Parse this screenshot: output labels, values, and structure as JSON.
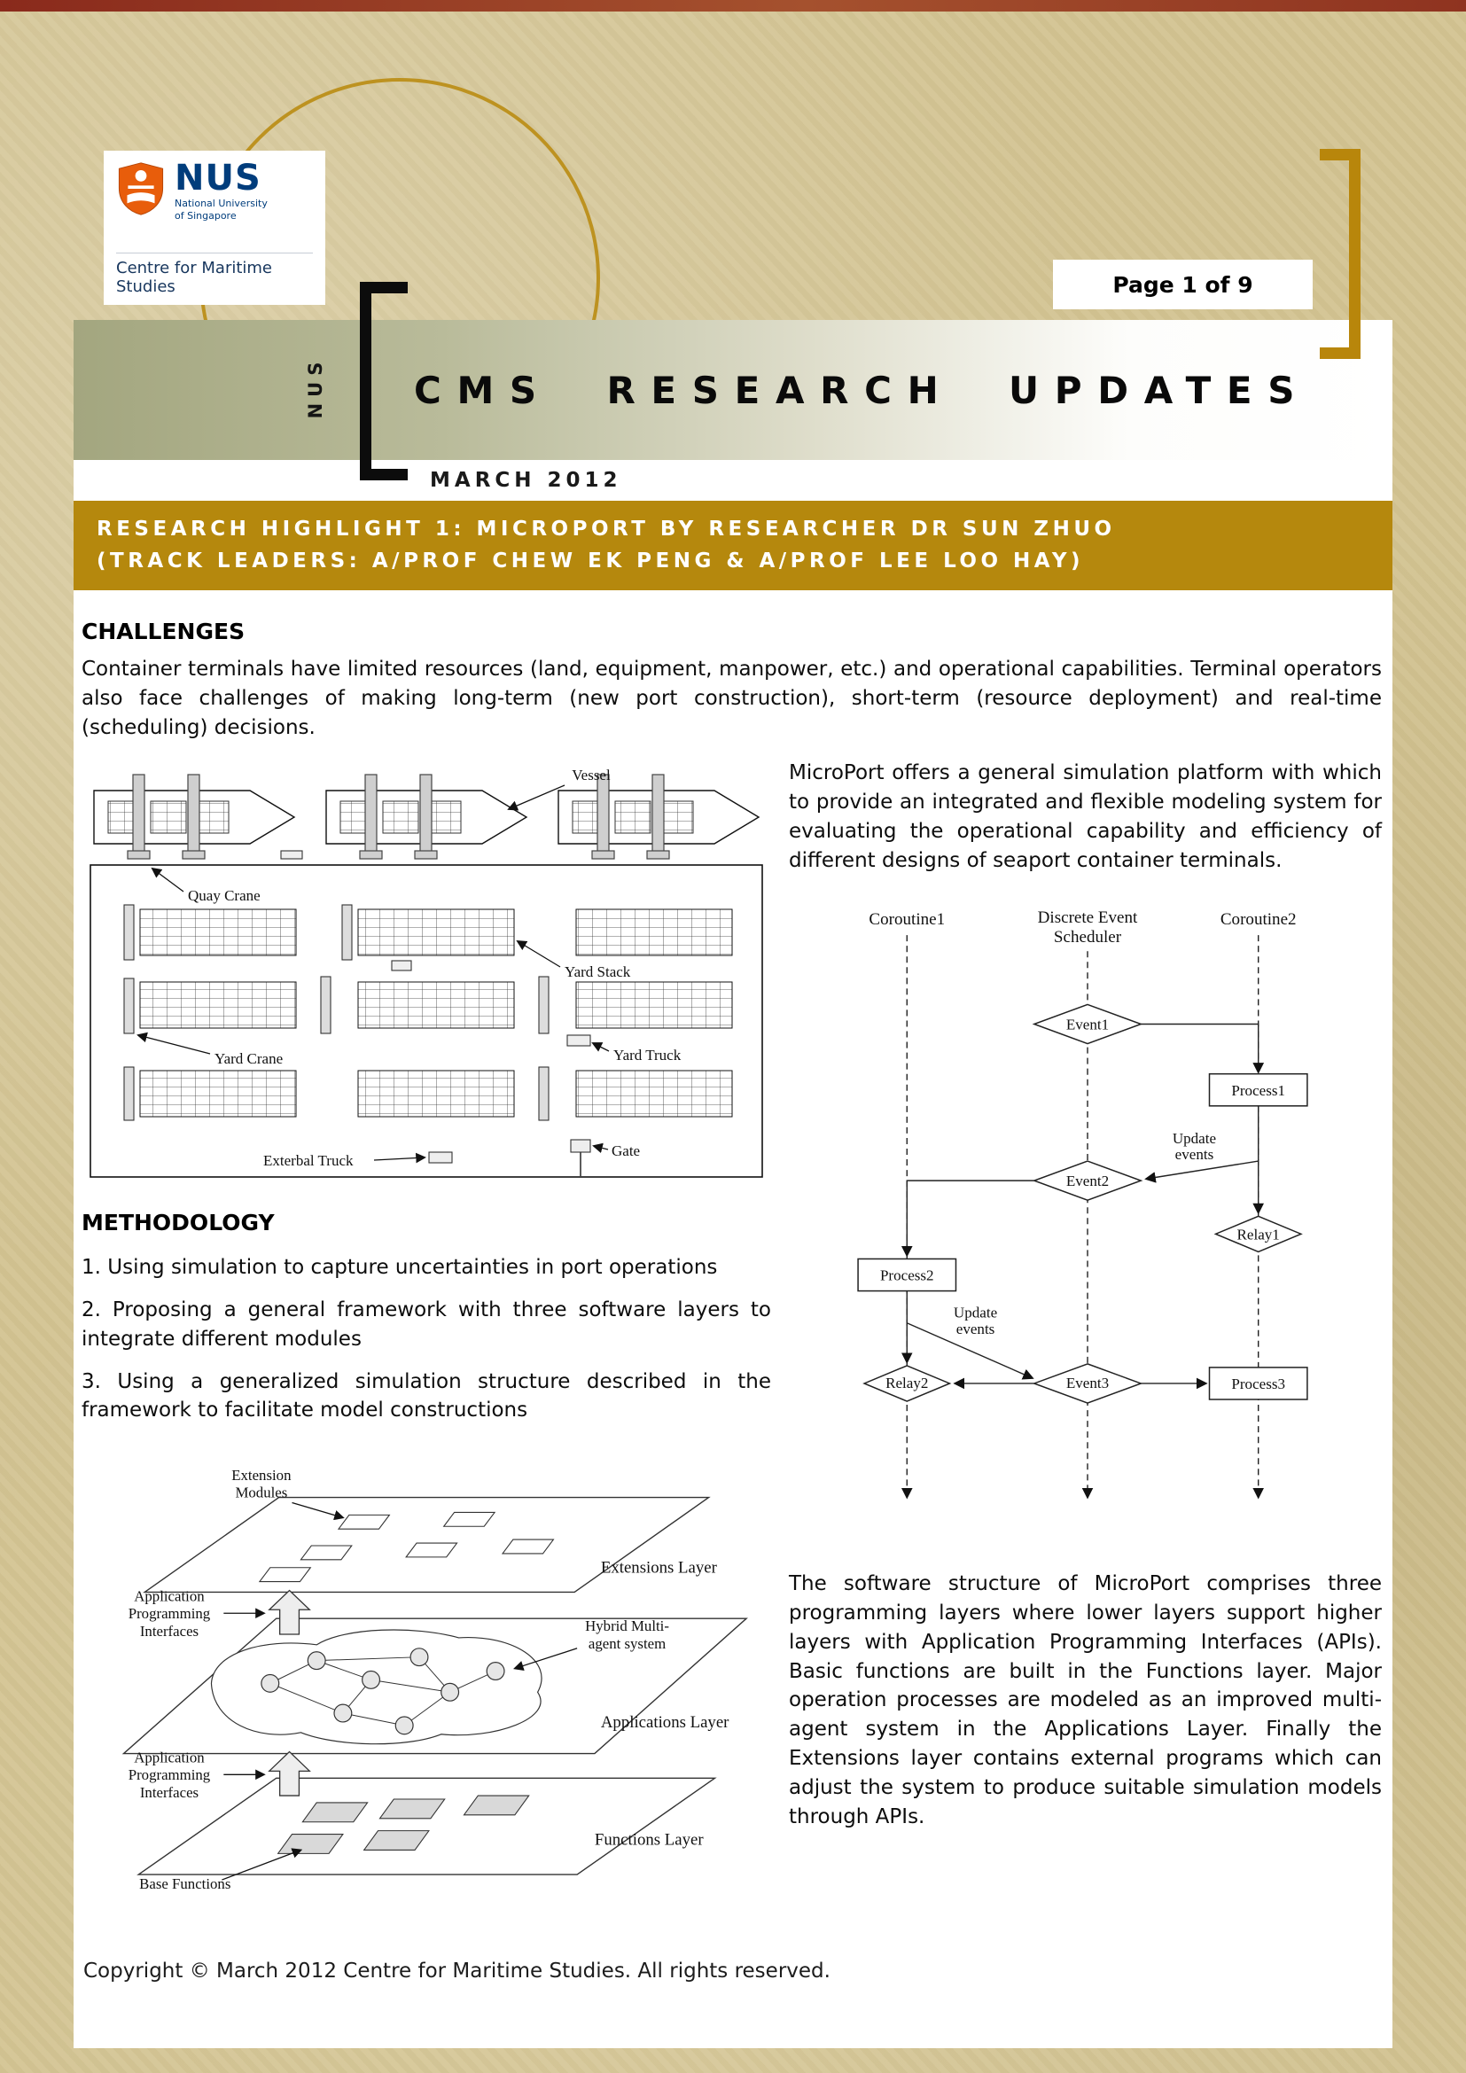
{
  "colors": {
    "banner_gold": "#b5880d",
    "bracket_gold": "#b8860b",
    "masthead_olive": "#a3a67f",
    "nus_blue": "#003d7c",
    "crest_orange": "#e85d0b",
    "page_beige": "#d3c493"
  },
  "header": {
    "page_badge": "Page 1 of 9",
    "logo": {
      "acronym": "NUS",
      "univ_line1": "National University",
      "univ_line2": "of Singapore",
      "dept": "Centre for Maritime Studies"
    }
  },
  "masthead": {
    "side_label": "NUS",
    "title": "CMS RESEARCH UPDATES",
    "date": "MARCH 2012"
  },
  "banner": {
    "line1": "RESEARCH HIGHLIGHT 1: MICROPORT BY RESEARCHER DR SUN ZHUO",
    "line2": "(TRACK LEADERS: A/PROF CHEW EK PENG & A/PROF LEE LOO HAY)"
  },
  "challenges": {
    "heading": "CHALLENGES",
    "body": "Container terminals have limited resources (land, equipment, manpower, etc.) and operational capabilities. Terminal operators also face challenges of making long-term (new port construction), short-term (resource deployment) and real-time (scheduling) decisions."
  },
  "microport_intro": "MicroPort offers a general simulation platform with which to provide an integrated and flexible modeling system for evaluating the operational capability and efficiency of different designs of seaport container terminals.",
  "methodology": {
    "heading": "METHODOLOGY",
    "items": [
      "1. Using simulation to capture uncertainties in port operations",
      "2. Proposing a general framework with three software layers to integrate different modules",
      "3. Using a generalized simulation structure described in the framework to facilitate model constructions"
    ]
  },
  "software_structure": "The software structure of MicroPort comprises three programming layers where lower layers support higher layers with Application Programming Interfaces (APIs). Basic functions are built in the Functions layer. Major operation processes are modeled as an improved multi-agent system in the Applications Layer. Finally the Extensions layer contains external programs which can adjust the system to produce suitable simulation models through APIs.",
  "footer": "Copyright © March 2012 Centre for Maritime Studies. All rights reserved.",
  "port_diagram": {
    "labels": {
      "vessel": "Vessel",
      "quay_crane": "Quay Crane",
      "yard_stack": "Yard Stack",
      "yard_crane": "Yard Crane",
      "yard_truck": "Yard Truck",
      "external_truck": "Exterbal Truck",
      "gate": "Gate"
    }
  },
  "coroutine_diagram": {
    "headers": {
      "coroutine1": "Coroutine1",
      "scheduler": [
        "Discrete Event",
        "Scheduler"
      ],
      "coroutine2": "Coroutine2"
    },
    "nodes": {
      "event1": "Event1",
      "event2": "Event2",
      "event3": "Event3",
      "process1": "Process1",
      "process2": "Process2",
      "process3": "Process3",
      "relay1": "Relay1",
      "relay2": "Relay2"
    },
    "update_events": [
      "Update",
      "events"
    ]
  },
  "layers_diagram": {
    "extension_modules": [
      "Extension",
      "Modules"
    ],
    "extensions_layer": "Extensions Layer",
    "api": [
      "Application",
      "Programming",
      "Interfaces"
    ],
    "hybrid": [
      "Hybrid Multi-",
      "agent system"
    ],
    "applications_layer": "Applications Layer",
    "functions_layer": "Functions Layer",
    "base_functions": "Base Functions"
  }
}
